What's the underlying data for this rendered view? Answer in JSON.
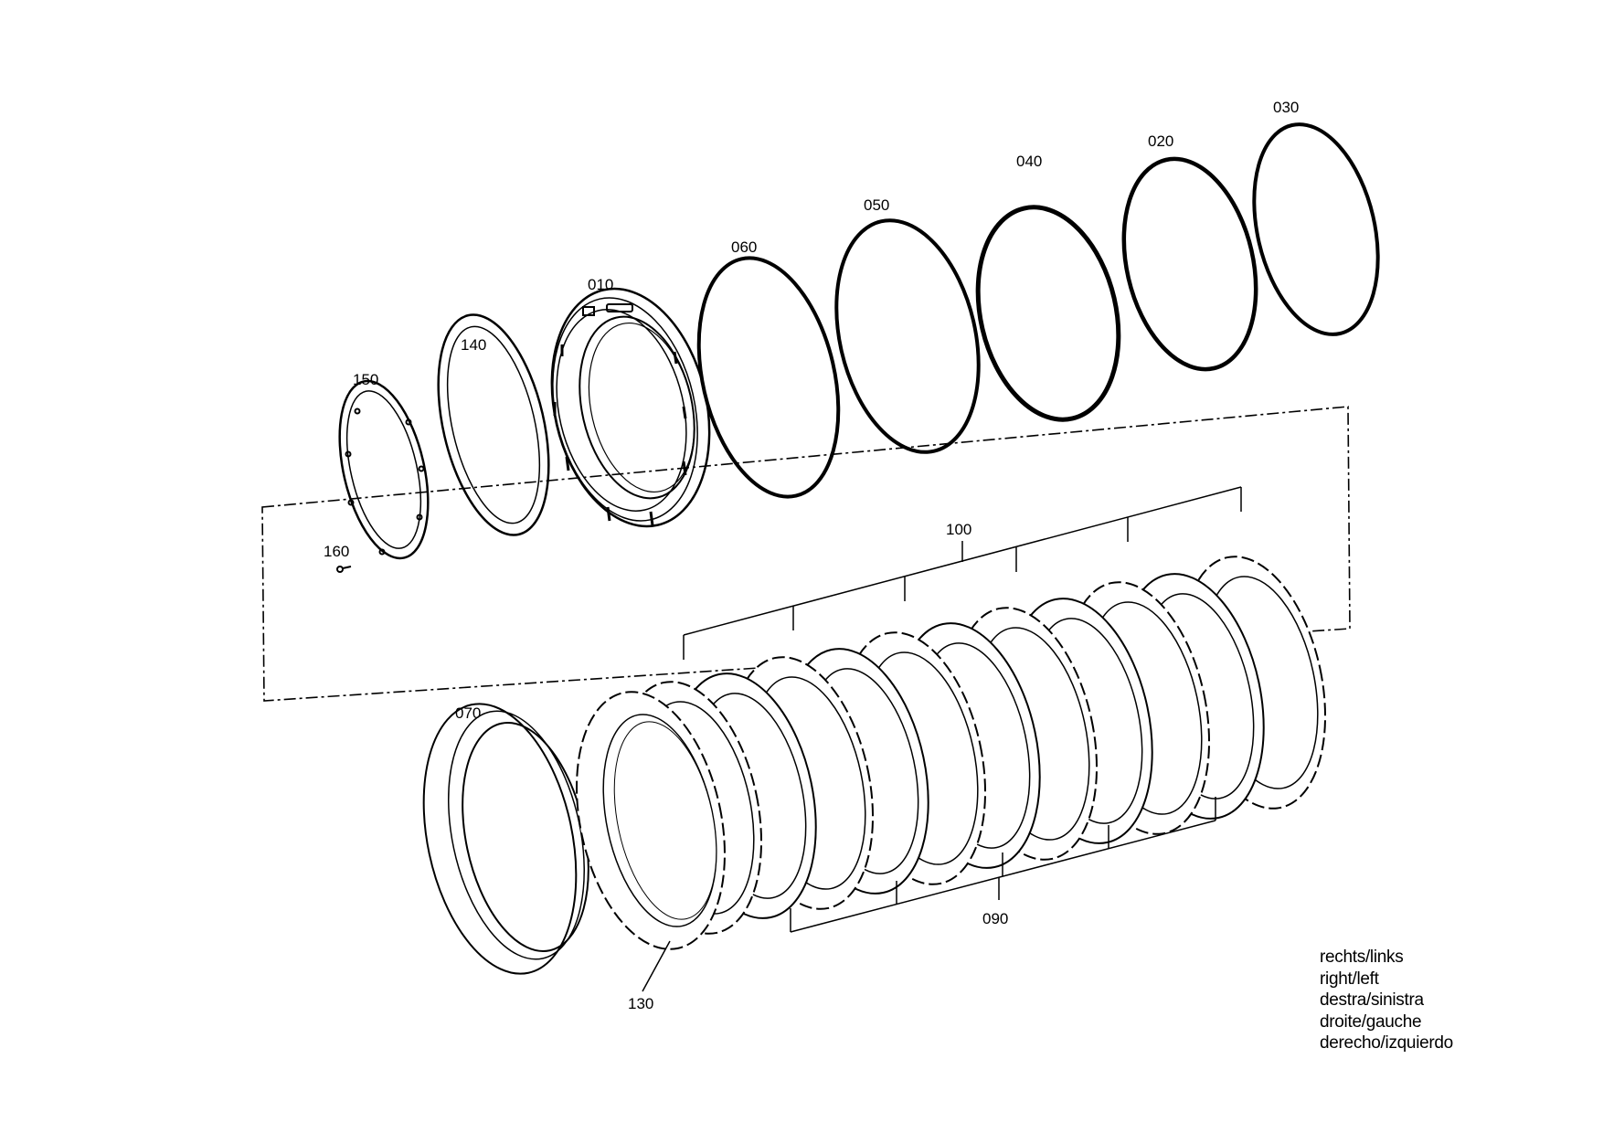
{
  "callouts": {
    "p010": "010",
    "p020": "020",
    "p030": "030",
    "p040": "040",
    "p050": "050",
    "p060": "060",
    "p070": "070",
    "p090": "090",
    "p100": "100",
    "p130": "130",
    "p140": "140",
    "p150": "150",
    "p160": "160"
  },
  "orientation_note": [
    "rechts/links",
    "right/left",
    "destra/sinistra",
    "droite/gauche",
    "derecho/izquierdo"
  ]
}
